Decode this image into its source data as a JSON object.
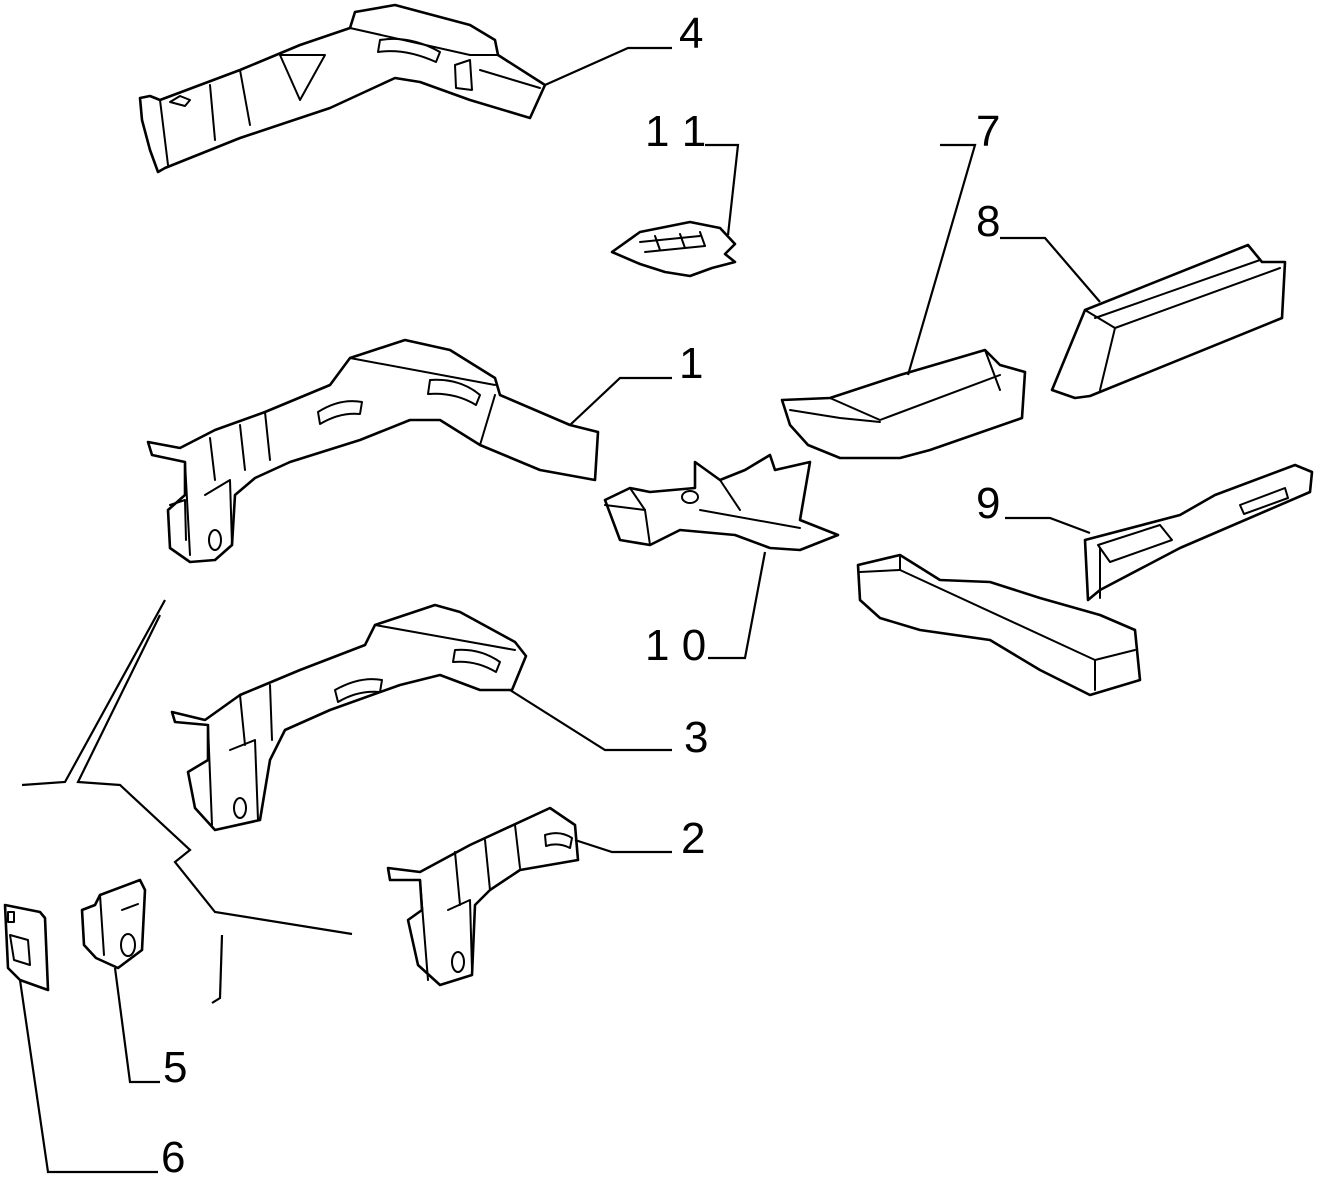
{
  "diagram": {
    "callouts": [
      {
        "id": "callout-1",
        "label": "1"
      },
      {
        "id": "callout-2",
        "label": "2"
      },
      {
        "id": "callout-3",
        "label": "3"
      },
      {
        "id": "callout-4",
        "label": "4"
      },
      {
        "id": "callout-5",
        "label": "5"
      },
      {
        "id": "callout-6",
        "label": "6"
      },
      {
        "id": "callout-7",
        "label": "7"
      },
      {
        "id": "callout-8",
        "label": "8"
      },
      {
        "id": "callout-9",
        "label": "9"
      },
      {
        "id": "callout-10",
        "label": "1 0"
      },
      {
        "id": "callout-11",
        "label": "1 1"
      }
    ],
    "colors": {
      "line": "#000000",
      "background": "#ffffff"
    }
  }
}
